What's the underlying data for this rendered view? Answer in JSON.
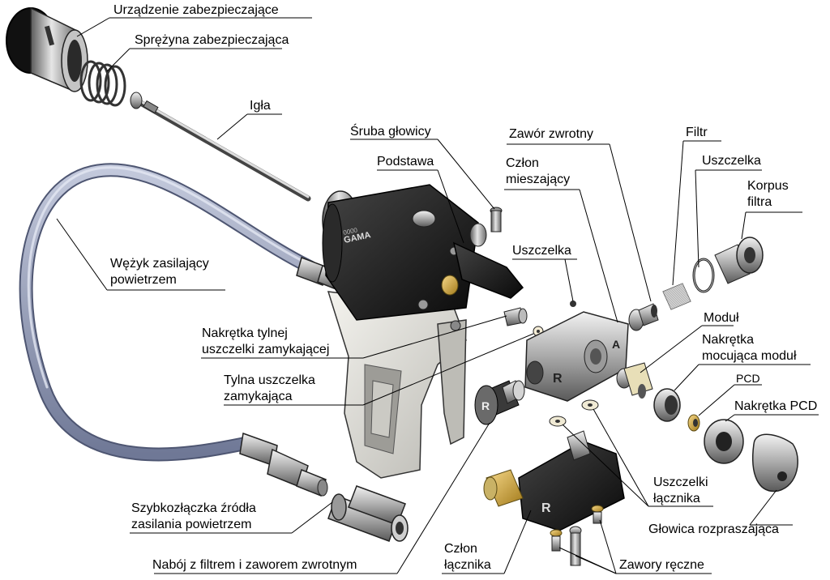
{
  "labels": {
    "safety_device": "Urządzenie zabezpieczające",
    "safety_spring": "Sprężyna zabezpieczająca",
    "needle": "Igła",
    "head_screw": "Śruba głowicy",
    "base": "Podstawa",
    "check_valve": "Zawór zwrotny",
    "mixing_chamber_l1": "Człon",
    "mixing_chamber_l2": "mieszający",
    "filter": "Filtr",
    "seal_right": "Uszczelka",
    "filter_body_l1": "Korpus",
    "filter_body_l2": "filtra",
    "seal_center": "Uszczelka",
    "air_hose_l1": "Wężyk zasilający",
    "air_hose_l2": "powietrzem",
    "rear_seal_nut_l1": "Nakrętka tylnej",
    "rear_seal_nut_l2": "uszczelki zamykającej",
    "rear_seal_l1": "Tylna uszczelka",
    "rear_seal_l2": "zamykająca",
    "module": "Moduł",
    "module_nut_l1": "Nakrętka",
    "module_nut_l2": "mocująca moduł",
    "pcd": "PCD",
    "pcd_nut": "Nakrętka PCD",
    "connector_seals_l1": "Uszczelki",
    "connector_seals_l2": "łącznika",
    "quick_coupler_l1": "Szybkozłączka źródła",
    "quick_coupler_l2": "zasilania powietrzem",
    "spray_head": "Głowica rozpraszająca",
    "connector_l1": "Człon",
    "connector_l2": "łącznika",
    "cartridge": "Nabój z filtrem i zaworem zwrotnym",
    "manual_valves": "Zawory ręczne"
  },
  "markings": {
    "brand": "GAMA",
    "letter_r": "R",
    "letter_a": "A",
    "code": "0000"
  }
}
